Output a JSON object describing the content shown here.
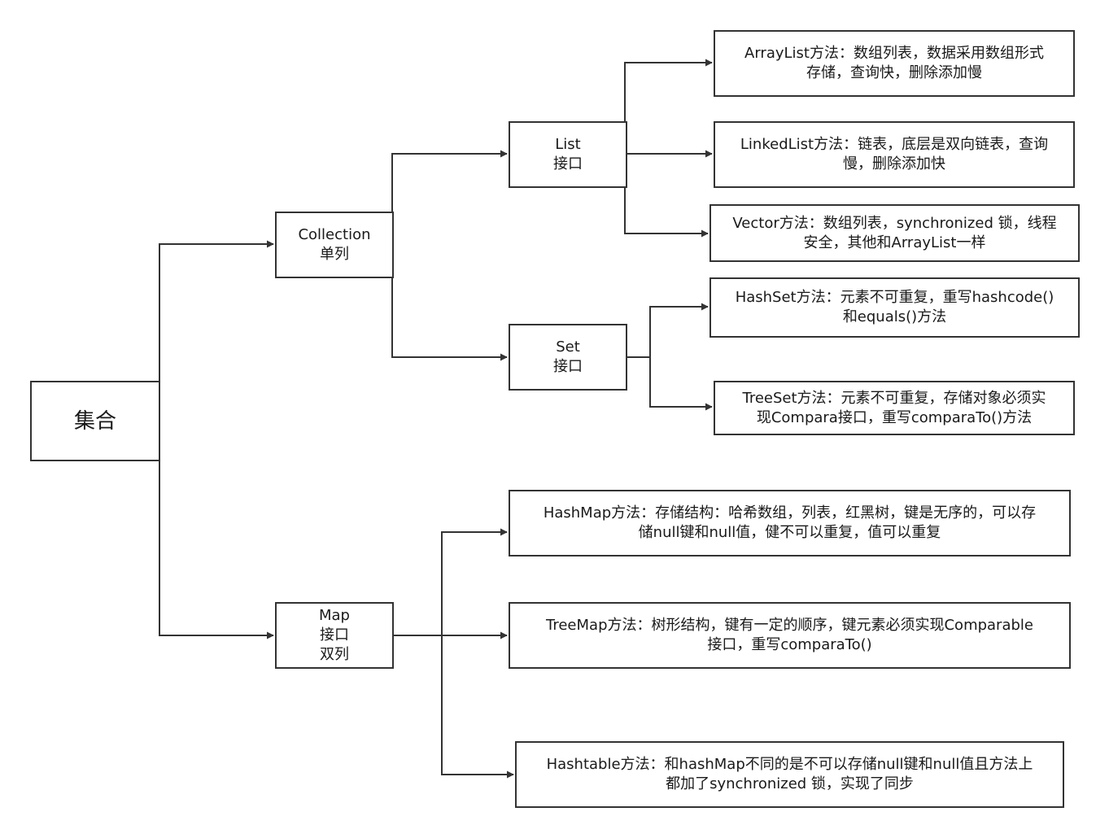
{
  "diagram": {
    "root": {
      "lines": [
        "集合"
      ]
    },
    "collection": {
      "lines": [
        "Collection",
        "单列"
      ]
    },
    "map": {
      "lines": [
        "Map",
        "接口",
        "双列"
      ]
    },
    "list": {
      "lines": [
        "List",
        "接口"
      ]
    },
    "set": {
      "lines": [
        "Set",
        "接口"
      ]
    },
    "arraylist": {
      "lines": [
        "ArrayList方法：数组列表，数据采用数组形式",
        "存储，查询快，删除添加慢"
      ]
    },
    "linkedlist": {
      "lines": [
        "LinkedList方法：链表，底层是双向链表，查询",
        "慢，删除添加快"
      ]
    },
    "vector": {
      "lines": [
        "Vector方法：数组列表，synchronized 锁，线程",
        "安全，其他和ArrayList一样"
      ]
    },
    "hashset": {
      "lines": [
        "HashSet方法：元素不可重复，重写hashcode()",
        "和equals()方法"
      ]
    },
    "treeset": {
      "lines": [
        "TreeSet方法：元素不可重复，存储对象必须实",
        "现Compara接口，重写comparaTo()方法"
      ]
    },
    "hashmap": {
      "lines": [
        "HashMap方法：存储结构：哈希数组，列表，红黑树，键是无序的，可以存",
        "储null键和null值，健不可以重复，值可以重复"
      ]
    },
    "treemap": {
      "lines": [
        "TreeMap方法：树形结构，键有一定的顺序，键元素必须实现Comparable",
        "接口，重写comparaTo()"
      ]
    },
    "hashtable": {
      "lines": [
        "Hashtable方法：和hashMap不同的是不可以存储null键和null值且方法上",
        "都加了synchronized 锁，实现了同步"
      ]
    }
  }
}
